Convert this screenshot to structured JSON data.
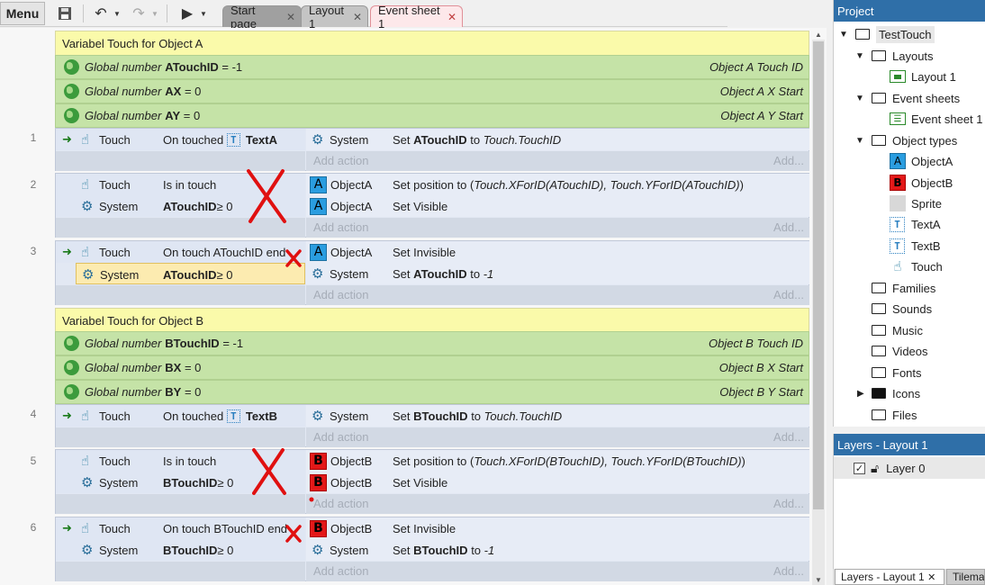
{
  "toolbar": {
    "menu_label": "Menu",
    "tabs": [
      {
        "label": "Start page"
      },
      {
        "label": "Layout 1"
      },
      {
        "label": "Event sheet 1"
      }
    ]
  },
  "groups": [
    {
      "title": "Variabel Touch for Object A",
      "globals": [
        {
          "prefix": "Global number",
          "name": "ATouchID",
          "value": "= -1",
          "comment": "Object A Touch ID"
        },
        {
          "prefix": "Global number",
          "name": "AX",
          "value": "= 0",
          "comment": "Object A X Start"
        },
        {
          "prefix": "Global number",
          "name": "AY",
          "value": "= 0",
          "comment": "Object A Y Start"
        }
      ]
    },
    {
      "title": "Variabel Touch for Object B",
      "globals": [
        {
          "prefix": "Global number",
          "name": "BTouchID",
          "value": "= -1",
          "comment": "Object B Touch ID"
        },
        {
          "prefix": "Global number",
          "name": "BX",
          "value": "= 0",
          "comment": "Object B X Start"
        },
        {
          "prefix": "Global number",
          "name": "BY",
          "value": "= 0",
          "comment": "Object B Y Start"
        }
      ]
    }
  ],
  "events": [
    {
      "num": "1",
      "conds": [
        {
          "obj": "Touch",
          "text": "On touched",
          "text_obj": "TextA"
        }
      ],
      "acts": [
        {
          "obj": "System",
          "pre": "Set ",
          "bold": "ATouchID",
          "post": " to ",
          "ital": "Touch.TouchID"
        }
      ]
    },
    {
      "num": "2",
      "conds": [
        {
          "obj": "Touch",
          "text": "Is in touch"
        },
        {
          "obj": "System",
          "bold": "ATouchID",
          "post": " ≥ 0"
        }
      ],
      "acts": [
        {
          "obj": "ObjectA",
          "pre": "Set position to (",
          "ital": "Touch.XForID(ATouchID), Touch.YForID(ATouchID)",
          "end": ")"
        },
        {
          "obj": "ObjectA",
          "pre": "Set Visible"
        }
      ]
    },
    {
      "num": "3",
      "conds": [
        {
          "obj": "Touch",
          "text": "On touch ATouchID end"
        },
        {
          "obj": "System",
          "bold": "ATouchID",
          "post": " ≥ 0"
        }
      ],
      "acts": [
        {
          "obj": "ObjectA",
          "pre": "Set Invisible"
        },
        {
          "obj": "System",
          "pre": "Set ",
          "bold": "ATouchID",
          "post": " to ",
          "ital": "-1"
        }
      ]
    },
    {
      "num": "4",
      "conds": [
        {
          "obj": "Touch",
          "text": "On touched",
          "text_obj": "TextB"
        }
      ],
      "acts": [
        {
          "obj": "System",
          "pre": "Set ",
          "bold": "BTouchID",
          "post": " to ",
          "ital": "Touch.TouchID"
        }
      ]
    },
    {
      "num": "5",
      "conds": [
        {
          "obj": "Touch",
          "text": "Is in touch"
        },
        {
          "obj": "System",
          "bold": "BTouchID",
          "post": " ≥ 0"
        }
      ],
      "acts": [
        {
          "obj": "ObjectB",
          "pre": "Set position to (",
          "ital": "Touch.XForID(BTouchID), Touch.YForID(BTouchID)",
          "end": ")"
        },
        {
          "obj": "ObjectB",
          "pre": "Set Visible"
        }
      ]
    },
    {
      "num": "6",
      "conds": [
        {
          "obj": "Touch",
          "text": "On touch BTouchID end"
        },
        {
          "obj": "System",
          "bold": "BTouchID",
          "post": " ≥ 0"
        }
      ],
      "acts": [
        {
          "obj": "ObjectB",
          "pre": "Set Invisible"
        },
        {
          "obj": "System",
          "pre": "Set ",
          "bold": "BTouchID",
          "post": " to ",
          "ital": "-1"
        }
      ]
    }
  ],
  "add_action": {
    "left": "Add action",
    "right": "Add..."
  },
  "project": {
    "title": "Project",
    "root": "TestTouch",
    "layouts": "Layouts",
    "layout1": "Layout 1",
    "event_sheets": "Event sheets",
    "event_sheet1": "Event sheet 1",
    "object_types": "Object types",
    "objects": [
      "ObjectA",
      "ObjectB",
      "Sprite",
      "TextA",
      "TextB",
      "Touch"
    ],
    "folders": [
      "Families",
      "Sounds",
      "Music",
      "Videos",
      "Fonts",
      "Icons",
      "Files"
    ]
  },
  "layers": {
    "title": "Layers - Layout 1",
    "layer0": "Layer 0"
  },
  "bottom_tabs": [
    "Layers - Layout 1",
    "Tilema"
  ]
}
